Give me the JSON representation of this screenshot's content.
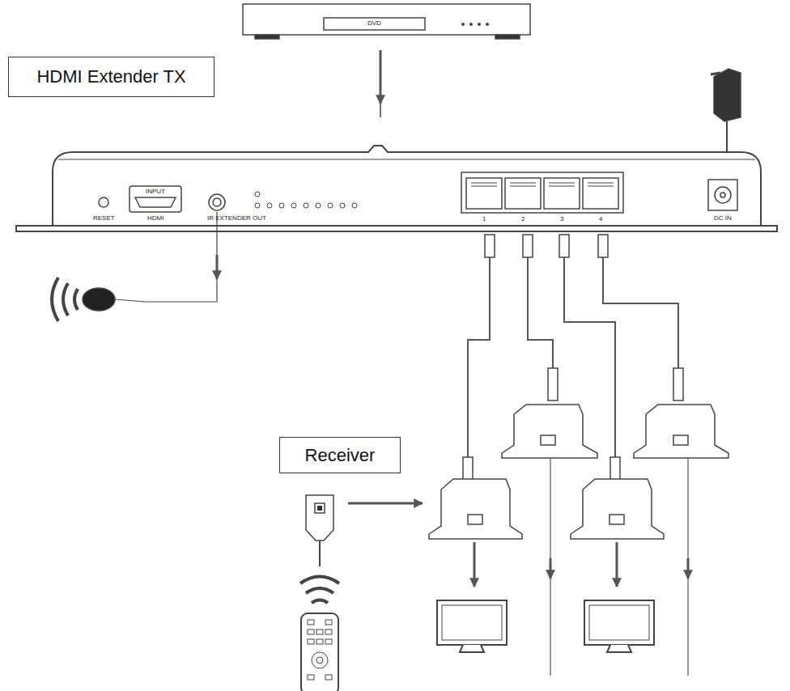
{
  "diagram": {
    "nodes": [
      {
        "text": [
          "HDMI Extender TX"
        ]
      },
      {
        "text": [
          "Receiver"
        ]
      }
    ],
    "labels": [
      "DVD",
      "RESET",
      "INPUT",
      "HDMI",
      "IR EXTENDER OUT",
      "1",
      "2",
      "3",
      "4",
      "DC IN"
    ]
  }
}
